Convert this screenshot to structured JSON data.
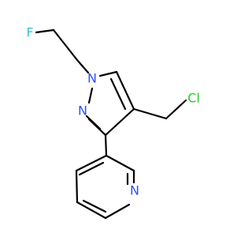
{
  "atoms": [
    {
      "id": "F",
      "symbol": "F",
      "color": "#33cccc"
    },
    {
      "id": "N1",
      "symbol": "N",
      "color": "#3050f8"
    },
    {
      "id": "N2",
      "symbol": "N",
      "color": "#3050f8"
    },
    {
      "id": "Cl",
      "symbol": "Cl",
      "color": "#1fd01f"
    },
    {
      "id": "Npy",
      "symbol": "N",
      "color": "#3050f8"
    }
  ],
  "bond_color": "#000000"
}
